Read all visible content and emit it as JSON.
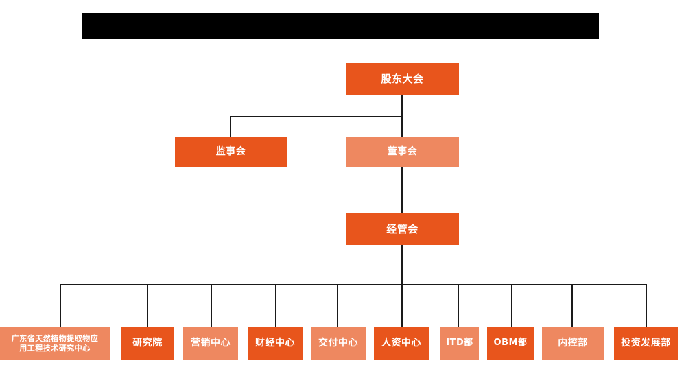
{
  "chart_data": {
    "type": "diagram",
    "diagram_kind": "organization-chart",
    "title": "",
    "title_redacted": true,
    "colors": {
      "dark_orange": "#E8551C",
      "light_orange": "#EE8860",
      "connector": "#1a1a1a",
      "background": "#FFFFFF",
      "redaction": "#000000",
      "text": "#FFFFFF"
    },
    "levels": [
      {
        "level": 1,
        "nodes": [
          "股东大会"
        ]
      },
      {
        "level": 2,
        "nodes": [
          "监事会",
          "董事会"
        ]
      },
      {
        "level": 3,
        "nodes": [
          "经管会"
        ]
      },
      {
        "level": 4,
        "nodes": [
          "广东省天然植物提取物应用工程技术研究中心",
          "研究院",
          "营销中心",
          "财经中心",
          "交付中心",
          "人资中心",
          "ITD部",
          "OBM部",
          "内控部",
          "投资发展部"
        ]
      }
    ],
    "edges": [
      {
        "from": "股东大会",
        "to": "监事会"
      },
      {
        "from": "股东大会",
        "to": "董事会"
      },
      {
        "from": "董事会",
        "to": "经管会"
      },
      {
        "from": "经管会",
        "to": "广东省天然植物提取物应用工程技术研究中心"
      },
      {
        "from": "经管会",
        "to": "研究院"
      },
      {
        "from": "经管会",
        "to": "营销中心"
      },
      {
        "from": "经管会",
        "to": "财经中心"
      },
      {
        "from": "经管会",
        "to": "交付中心"
      },
      {
        "from": "经管会",
        "to": "人资中心"
      },
      {
        "from": "经管会",
        "to": "ITD部"
      },
      {
        "from": "经管会",
        "to": "OBM部"
      },
      {
        "from": "经管会",
        "to": "内控部"
      },
      {
        "from": "经管会",
        "to": "投资发展部"
      }
    ]
  },
  "header": {
    "redacted_title": ""
  },
  "nodes": {
    "shareholders_meeting": {
      "label": "股东大会"
    },
    "board_of_supervisors": {
      "label": "监事会"
    },
    "board_of_directors": {
      "label": "董事会"
    },
    "management_committee": {
      "label": "经管会"
    },
    "research_center_gd": {
      "label_line1": "广东省天然植物提取物应",
      "label_line2": "用工程技术研究中心"
    },
    "research_institute": {
      "label": "研究院"
    },
    "marketing_center": {
      "label": "营销中心"
    },
    "finance_center": {
      "label": "财经中心"
    },
    "delivery_center": {
      "label": "交付中心"
    },
    "hr_center": {
      "label": "人资中心"
    },
    "itd_department": {
      "label": "ITD部"
    },
    "obm_department": {
      "label": "OBM部"
    },
    "internal_control_department": {
      "label": "内控部"
    },
    "investment_development_department": {
      "label": "投资发展部"
    }
  }
}
